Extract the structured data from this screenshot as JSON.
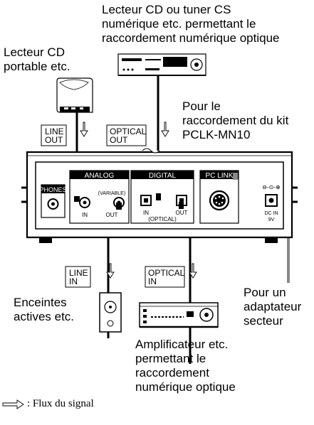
{
  "captions": {
    "cd_tuner": "Lecteur CD ou tuner CS\nnumérique etc. permettant le\nraccordement numérique optique",
    "portable_cd": "Lecteur CD\nportable etc.",
    "pc_link_kit": "Pour le\nraccordement du kit\nPCLK-MN10",
    "active_speakers": "Enceintes\nactives etc.",
    "ac_adapter": "Pour un\nadaptateur\nsecteur",
    "amplifier": "Amplificateur etc.\npermettant le\nraccordement\nnumérique optique"
  },
  "boxes": {
    "line_out": [
      "LINE",
      "OUT"
    ],
    "optical_out": [
      "OPTICAL",
      "OUT"
    ],
    "line_in": [
      "LINE",
      "IN"
    ],
    "optical_in": [
      "OPTICAL",
      "IN"
    ]
  },
  "panel": {
    "phones": "PHONES",
    "analog": "ANALOG",
    "digital": "DIGITAL",
    "pc_link": "PC LINK",
    "variable": "(VARIABLE)",
    "in": "IN",
    "out": "OUT",
    "optical": "(OPTICAL)",
    "dc_in": "DC IN",
    "voltage": "9V"
  },
  "legend": ": Flux du signal"
}
